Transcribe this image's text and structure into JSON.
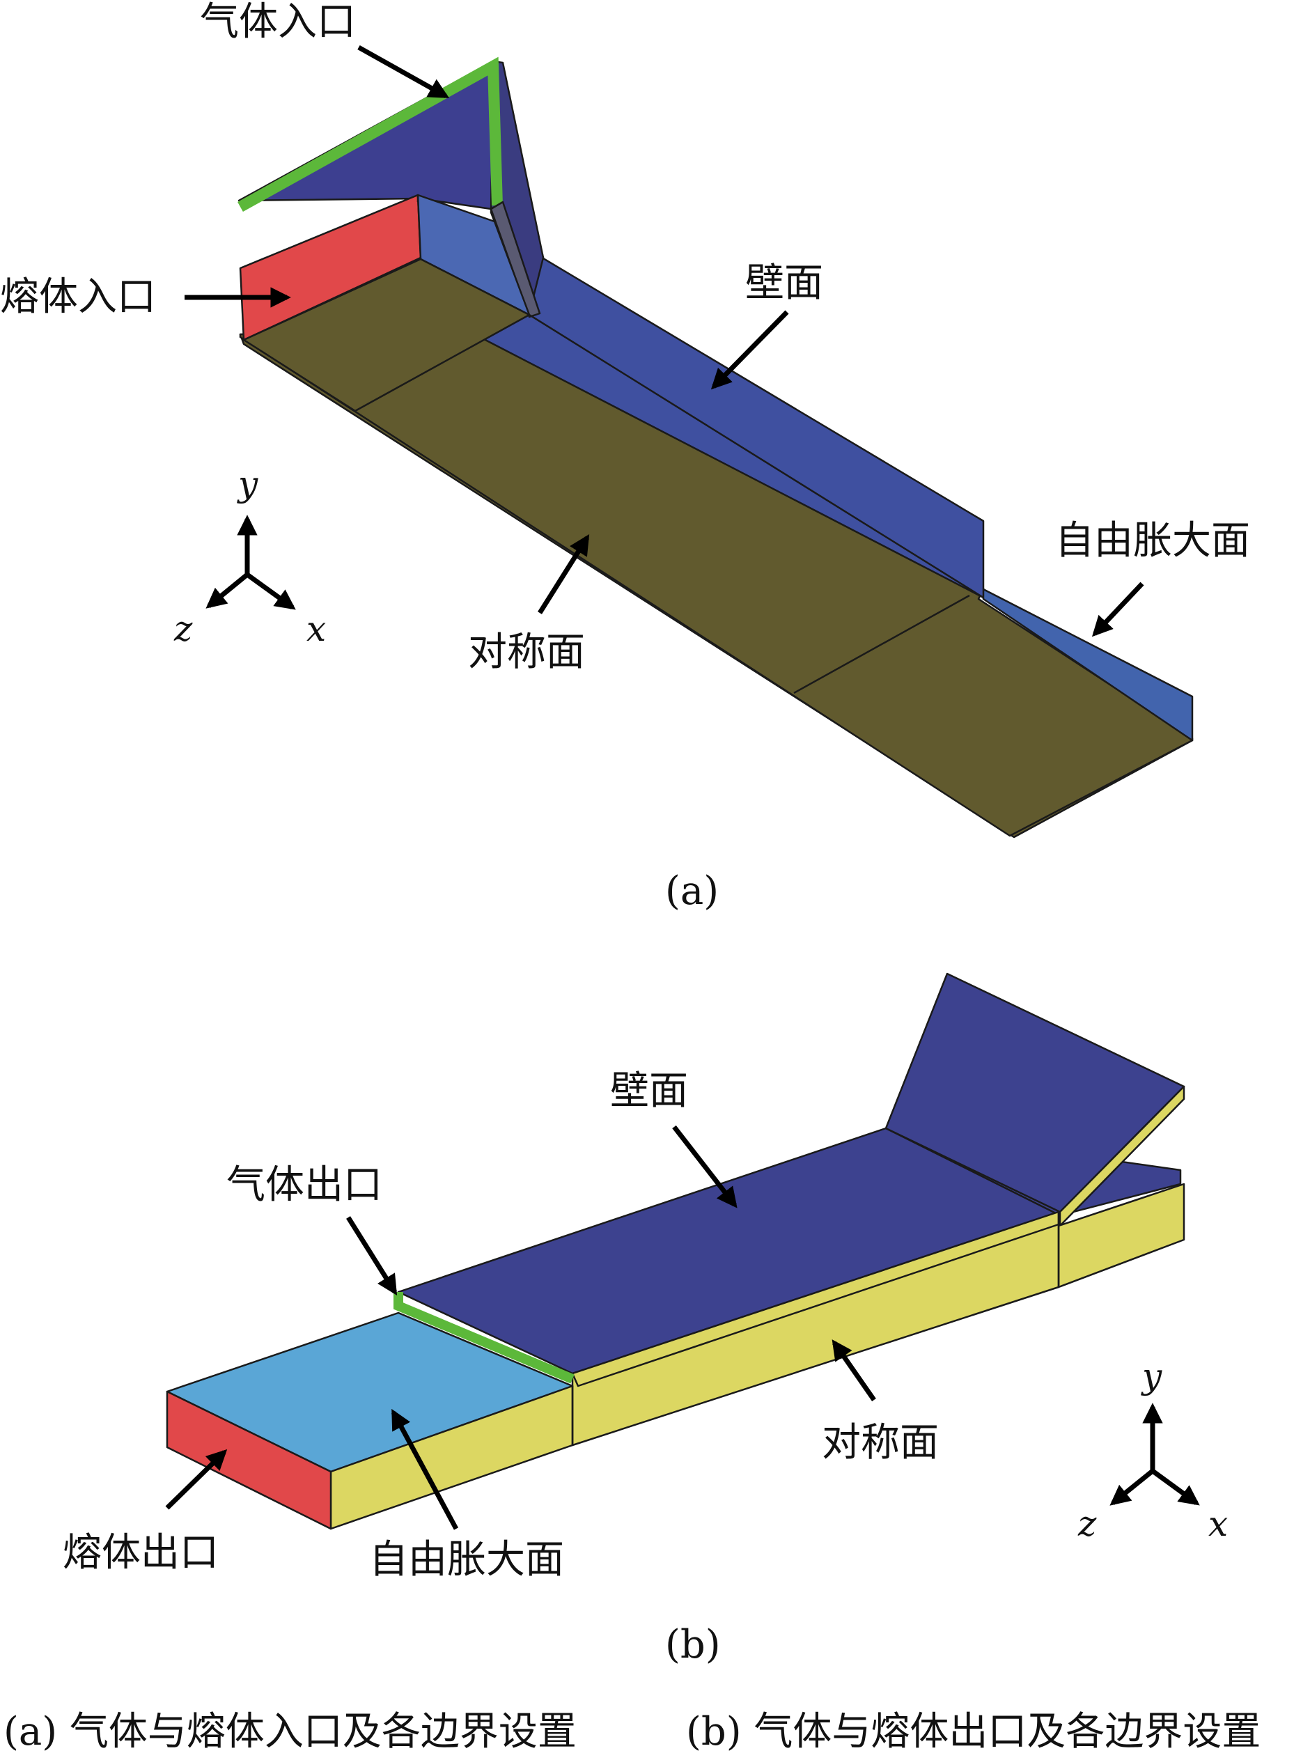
{
  "diagram_a": {
    "labels": {
      "gas_inlet": "气体入口",
      "melt_inlet": "熔体入口",
      "wall": "壁面",
      "free_expansion": "自由胀大面",
      "symmetry": "对称面"
    },
    "axes": {
      "y": "y",
      "z": "z",
      "x": "x"
    },
    "sublabel": "(a)"
  },
  "diagram_b": {
    "labels": {
      "wall": "壁面",
      "gas_outlet": "气体出口",
      "symmetry": "对称面",
      "melt_outlet": "熔体出口",
      "free_expansion": "自由胀大面"
    },
    "axes": {
      "y": "y",
      "z": "z",
      "x": "x"
    },
    "sublabel": "(b)"
  },
  "caption": {
    "a": "(a) 气体与熔体入口及各边界设置",
    "b": "(b) 气体与熔体出口及各边界设置"
  },
  "colors": {
    "wall": "#3d428f",
    "wall_light": "#3f5aa8",
    "free_surface_a": "#4264ad",
    "symmetry_a": "#615a2e",
    "gas": "#5cb83a",
    "melt": "#e1484a",
    "free_surface_b": "#5aa6d6",
    "symmetry_b": "#dcd762"
  }
}
